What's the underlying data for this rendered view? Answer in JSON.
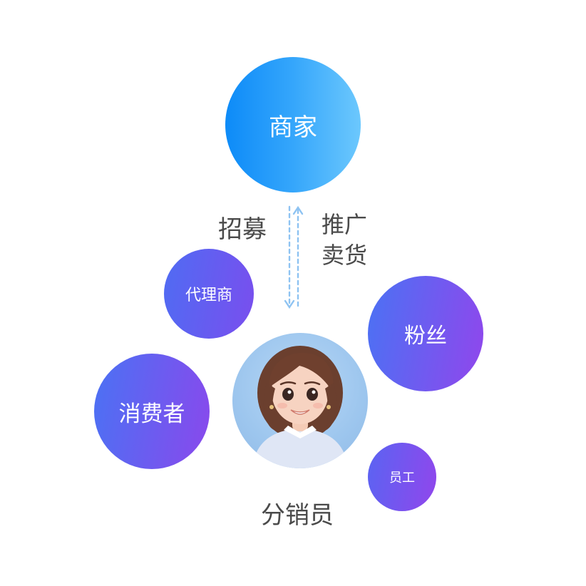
{
  "nodes": {
    "merchant": "商家",
    "agent": "代理商",
    "fans": "粉丝",
    "consumer": "消费者",
    "staff": "员工",
    "distributor": "分销员"
  },
  "edge_labels": {
    "recruit": "招募",
    "promote": "推广",
    "sell": "卖货"
  },
  "colors": {
    "merchant_gradient": [
      "#0d8bf8",
      "#6cc8fd"
    ],
    "role_gradient": [
      "#4a72f4",
      "#9146ec"
    ],
    "arrow": "#8ec3f2",
    "label_text": "#4a4a4a"
  },
  "icons": {
    "distributor_avatar": "woman-avatar-icon",
    "flow_arrows": "dashed-arrow-icon"
  }
}
